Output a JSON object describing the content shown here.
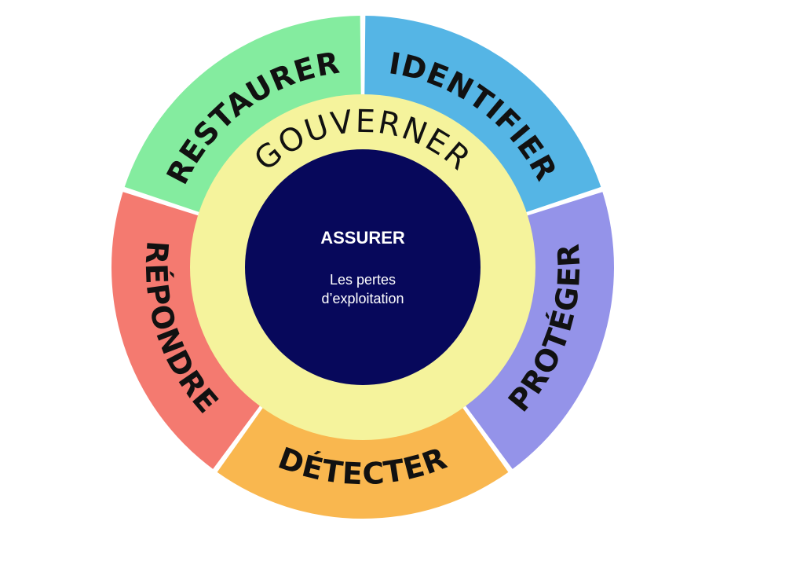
{
  "diagram": {
    "segments": [
      {
        "id": "identifier",
        "label": "IDENTIFIER",
        "color": "#55b5e5"
      },
      {
        "id": "proteger",
        "label": "PROTÉGER",
        "color": "#9493e9"
      },
      {
        "id": "detecter",
        "label": "DÉTECTER",
        "color": "#f9b74f"
      },
      {
        "id": "repondre",
        "label": "RÉPONDRE",
        "color": "#f47a70"
      },
      {
        "id": "restaurer",
        "label": "RESTAURER",
        "color": "#84ec9f"
      }
    ],
    "ring": {
      "label": "GOUVERNER",
      "color": "#f5f39c"
    },
    "center": {
      "title": "ASSURER",
      "subtitle_line1": "Les pertes",
      "subtitle_line2": "d’exploitation",
      "color": "#07085b"
    }
  }
}
